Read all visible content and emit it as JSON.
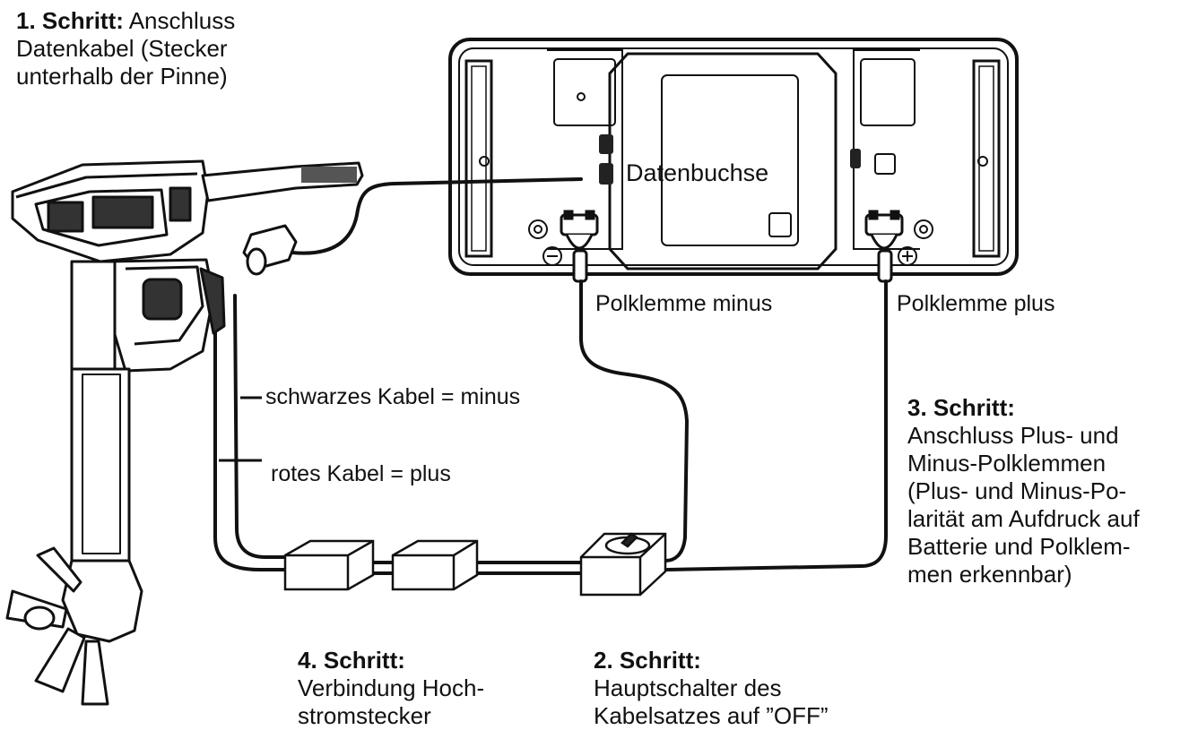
{
  "steps": {
    "step1": {
      "heading": "1. Schritt:",
      "text": [
        "Anschluss",
        "Datenkabel (Stecker",
        "unterhalb der Pinne)"
      ]
    },
    "step2": {
      "heading": "2. Schritt:",
      "text": [
        "Hauptschalter des",
        "Kabelsatzes auf ”OFF”"
      ]
    },
    "step3": {
      "heading": "3. Schritt:",
      "text": [
        "Anschluss Plus- und",
        "Minus-Polklemmen",
        "(Plus- und Minus-Po-",
        "larität am Aufdruck auf",
        "Batterie und Polklem-",
        "men erkennbar)"
      ]
    },
    "step4": {
      "heading": "4. Schritt:",
      "text": [
        "Verbindung Hoch-",
        "stromstecker"
      ]
    }
  },
  "labels": {
    "data_socket": "Datenbuchse",
    "terminal_minus": "Polklemme minus",
    "terminal_plus": "Polklemme plus",
    "black_cable": "schwarzes Kabel = minus",
    "red_cable": "rotes Kabel = plus"
  },
  "colors": {
    "line": "#111111",
    "fill": "#ffffff",
    "dark": "#222222"
  }
}
